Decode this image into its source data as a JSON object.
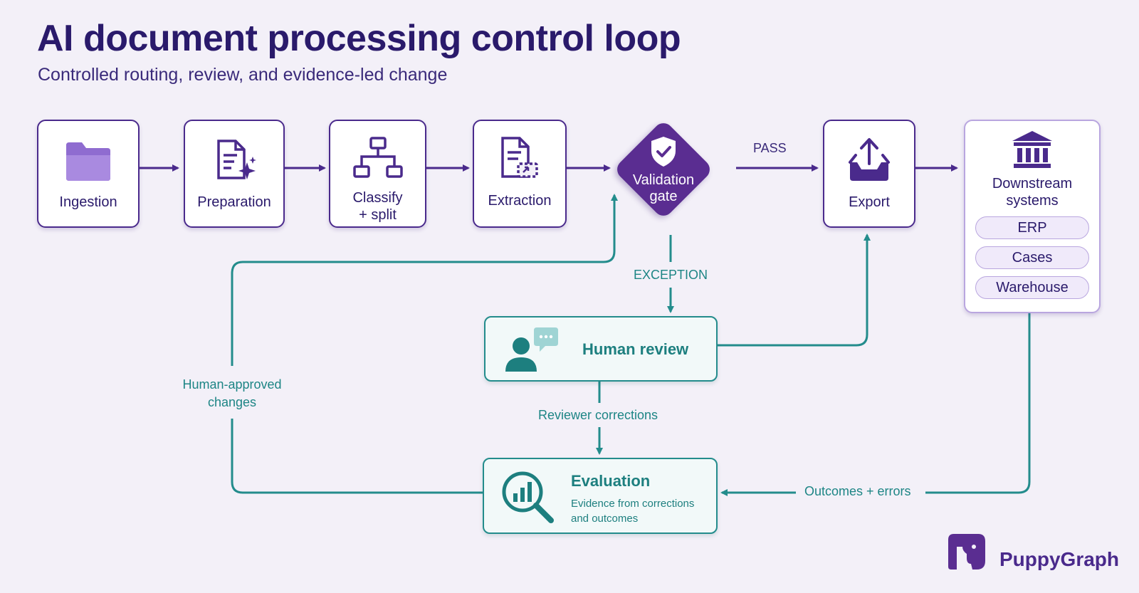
{
  "header": {
    "title": "AI document processing control loop",
    "subtitle": "Controlled routing, review, and evidence-led change"
  },
  "pipeline": {
    "ingestion": "Ingestion",
    "preparation": "Preparation",
    "classify": "Classify\n+ split",
    "extraction": "Extraction",
    "validation_gate": "Validation\ngate",
    "export": "Export"
  },
  "downstream": {
    "title": "Downstream\nsystems",
    "items": [
      "ERP",
      "Cases",
      "Warehouse"
    ]
  },
  "review": {
    "human_review": "Human review",
    "evaluation_title": "Evaluation",
    "evaluation_desc": "Evidence from corrections\nand outcomes"
  },
  "edges": {
    "pass": "PASS",
    "exception": "EXCEPTION",
    "reviewer_corrections": "Reviewer corrections",
    "outcomes_errors": "Outcomes + errors",
    "human_approved": "Human-approved\nchanges"
  },
  "brand": {
    "name": "PuppyGraph"
  },
  "colors": {
    "purple": "#4a2a8c",
    "deep_purple": "#5a2d91",
    "teal": "#238c8c",
    "background": "#f3f0f8"
  }
}
